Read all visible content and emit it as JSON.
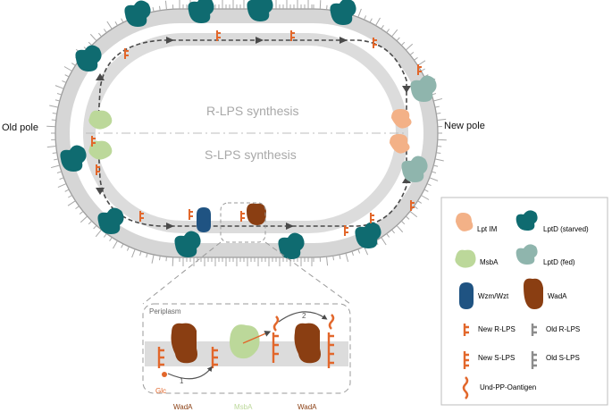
{
  "diagram": {
    "pole_labels": {
      "old": "Old pole",
      "new": "New pole"
    },
    "synthesis_labels": {
      "r": "R-LPS synthesis",
      "s": "S-LPS synthesis"
    },
    "inset": {
      "periplasm": "Periplasm",
      "glc": "Glc",
      "step1": "1",
      "step2": "2",
      "wada_left": "WadA",
      "msba": "MsbA",
      "wada_right": "WadA"
    },
    "legend": [
      {
        "label": "Lpt IM"
      },
      {
        "label": "LptD (starved)"
      },
      {
        "label": "MsbA"
      },
      {
        "label": "LptD (fed)"
      },
      {
        "label": "Wzm/Wzt"
      },
      {
        "label": "WadA"
      },
      {
        "label": "New R-LPS"
      },
      {
        "label": "Old R-LPS"
      },
      {
        "label": "New S-LPS"
      },
      {
        "label": "Old S-LPS"
      },
      {
        "label": "Und-PP-Oantigen"
      }
    ],
    "colors": {
      "lpt_im": "#f3b187",
      "lptd_starved": "#0f6b70",
      "lptd_fed": "#8fb5ad",
      "msba": "#bcd89a",
      "wzm_wzt": "#1f5382",
      "wada": "#8a3e12",
      "new_lps": "#e2672b",
      "old_lps": "#8c8c8c",
      "membrane": "#dcdcdc",
      "arrow": "#4a4a4a"
    }
  }
}
